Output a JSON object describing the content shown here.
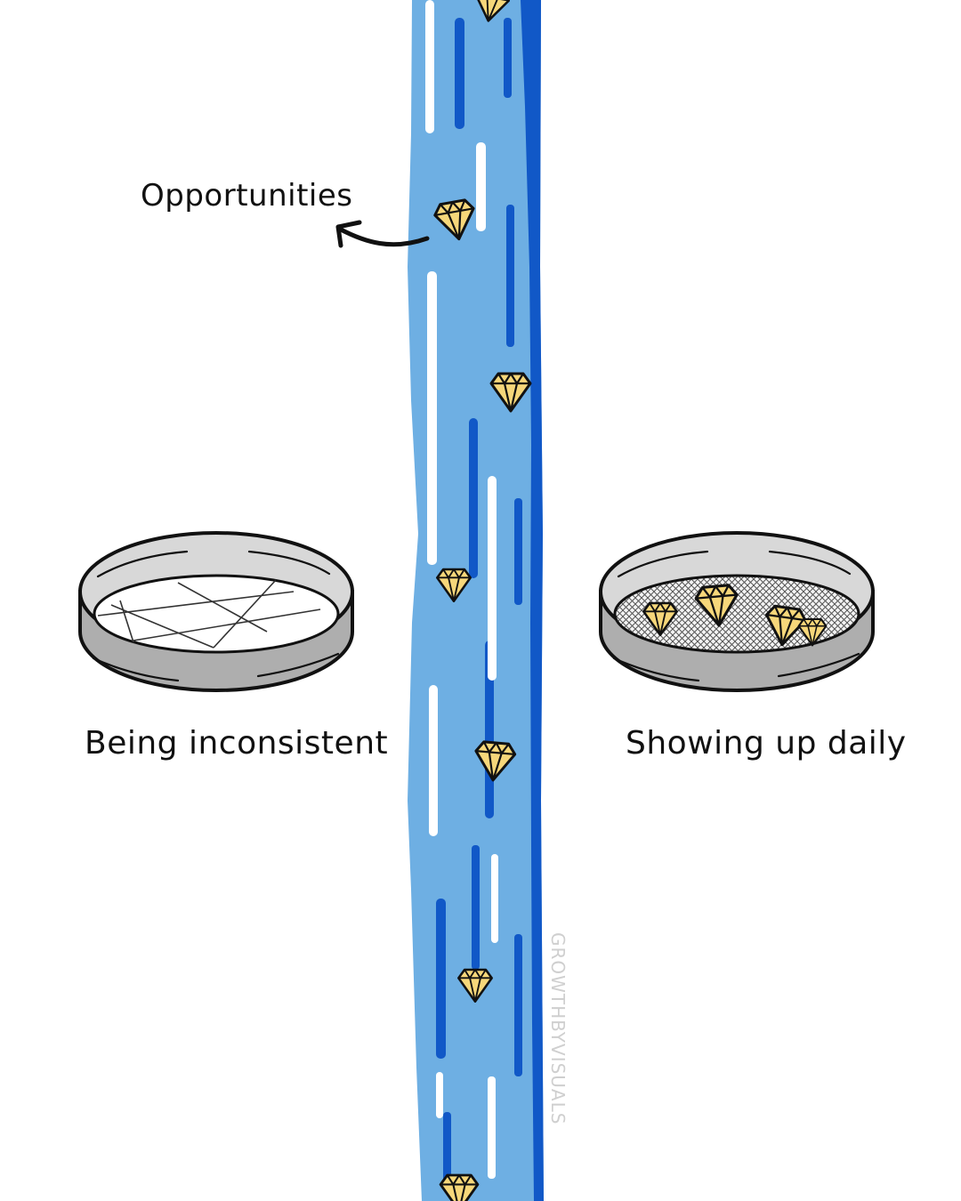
{
  "labels": {
    "opportunities": "Opportunities",
    "left_sieve": "Being inconsistent",
    "right_sieve": "Showing up daily"
  },
  "watermark": "GROWTHBYVISUALS",
  "colors": {
    "stream_light": "#6eafe3",
    "stream_dark": "#1158c7",
    "highlight": "#ffffff",
    "diamond_fill": "#f6d77a",
    "sieve_rim": "#d8d8d8",
    "sieve_band": "#aeaeae",
    "mesh": "#666666",
    "outline": "#111111"
  },
  "icons": {
    "stream": "waterfall",
    "opportunity": "diamond-icon",
    "sieve": "sieve-icon",
    "arrow": "curved-arrow-icon"
  }
}
